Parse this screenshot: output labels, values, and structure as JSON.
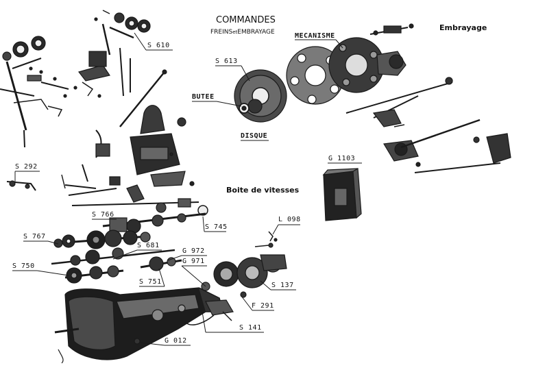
{
  "title": {
    "line1": "COMMANDES",
    "line2a": "FREINS",
    "line2b": "et",
    "line2c": "EMBRAYAGE"
  },
  "sections": {
    "mecanisme": "MECANISME",
    "embrayage": "Embrayage",
    "butee": "BUTEE",
    "disque": "DISQUE",
    "boite": "Boite de vitesses"
  },
  "parts": {
    "s610": "S 610",
    "s613": "S 613",
    "s292": "S 292",
    "g1103": "G 1103",
    "l098": "L 098",
    "s766": "S 766",
    "s745": "S 745",
    "s767": "S 767",
    "s681": "S 681",
    "s750": "S 750",
    "g972": "G 972",
    "g971": "G 971",
    "s751": "S 751",
    "s137": "S 137",
    "f291": "F 291",
    "s141": "S 141",
    "g012": "G 012"
  }
}
